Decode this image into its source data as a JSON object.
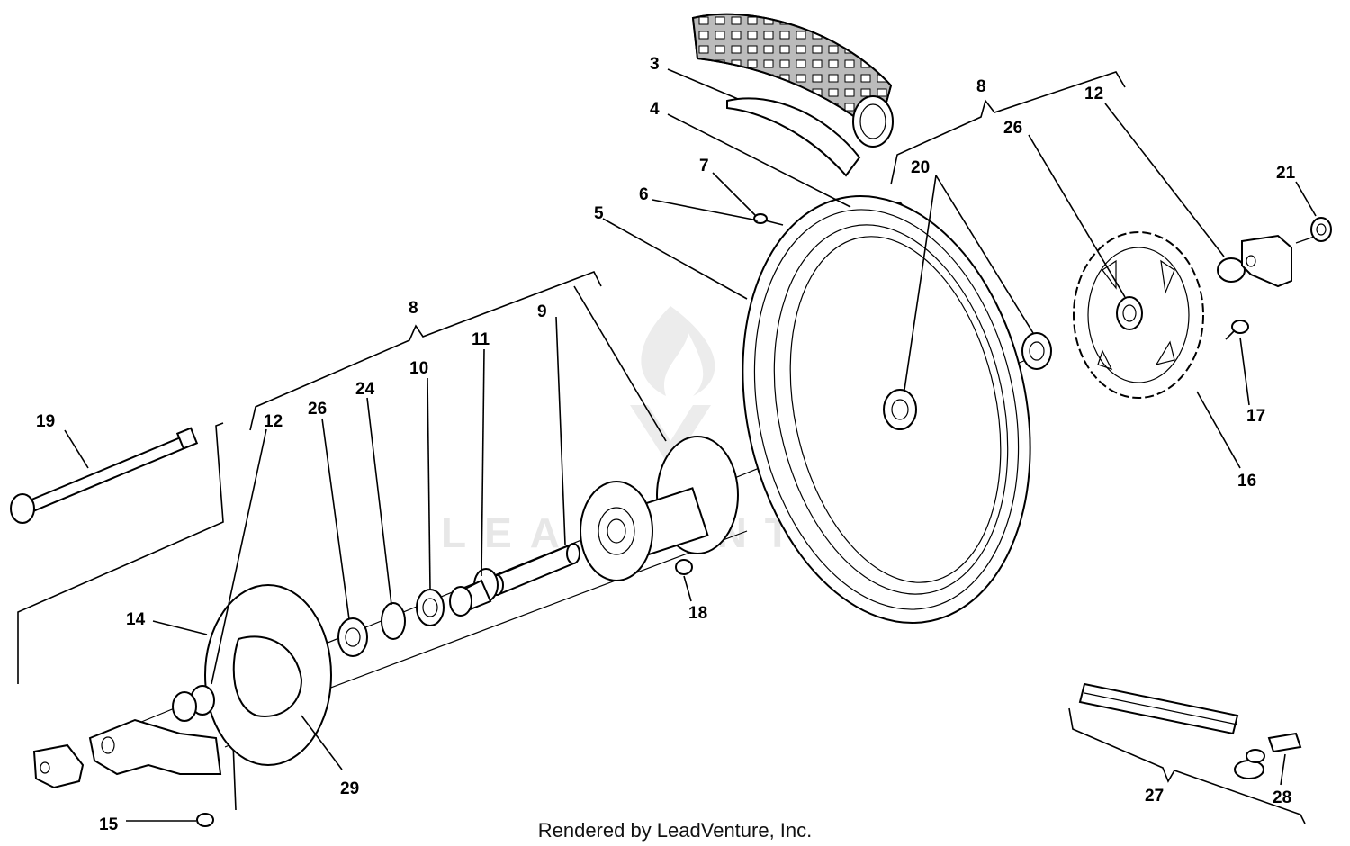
{
  "callouts": [
    {
      "id": "c3",
      "text": "3"
    },
    {
      "id": "c4",
      "text": "4"
    },
    {
      "id": "c5",
      "text": "5"
    },
    {
      "id": "c6",
      "text": "6"
    },
    {
      "id": "c7",
      "text": "7"
    },
    {
      "id": "c8a",
      "text": "8"
    },
    {
      "id": "c8b",
      "text": "8"
    },
    {
      "id": "c9",
      "text": "9"
    },
    {
      "id": "c10",
      "text": "10"
    },
    {
      "id": "c11",
      "text": "11"
    },
    {
      "id": "c12a",
      "text": "12"
    },
    {
      "id": "c12b",
      "text": "12"
    },
    {
      "id": "c14",
      "text": "14"
    },
    {
      "id": "c15",
      "text": "15"
    },
    {
      "id": "c16",
      "text": "16"
    },
    {
      "id": "c17",
      "text": "17"
    },
    {
      "id": "c18",
      "text": "18"
    },
    {
      "id": "c19",
      "text": "19"
    },
    {
      "id": "c20",
      "text": "20"
    },
    {
      "id": "c21",
      "text": "21"
    },
    {
      "id": "c24",
      "text": "24"
    },
    {
      "id": "c26a",
      "text": "26"
    },
    {
      "id": "c26b",
      "text": "26"
    },
    {
      "id": "c27",
      "text": "27"
    },
    {
      "id": "c28",
      "text": "28"
    },
    {
      "id": "c29",
      "text": "29"
    }
  ],
  "watermark": "LEADVENTURE",
  "footer": "Rendered by LeadVenture, Inc."
}
